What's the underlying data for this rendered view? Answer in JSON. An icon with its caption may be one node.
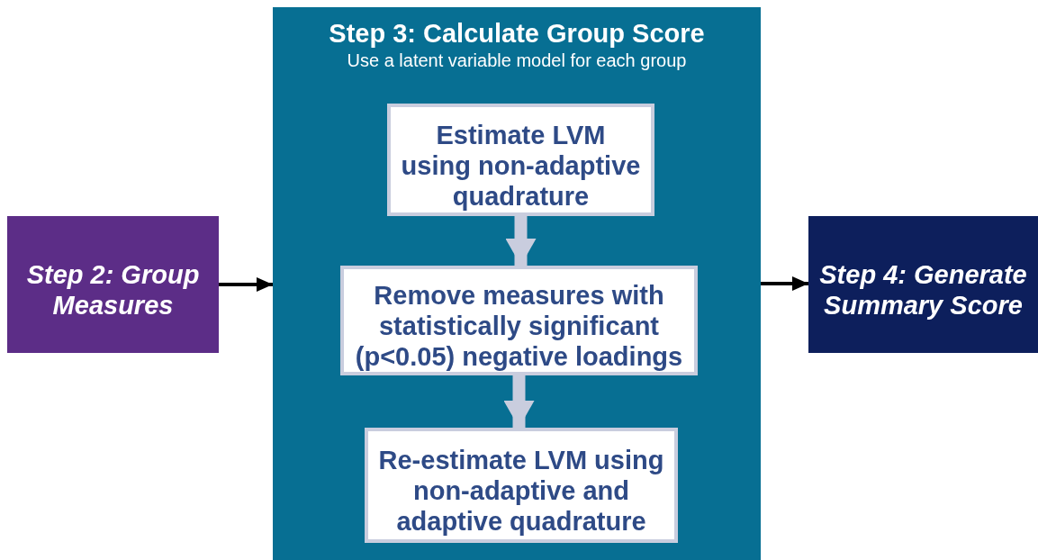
{
  "diagram": {
    "nodes": [
      {
        "text": [
          "Step 2: Group Measures"
        ]
      },
      {
        "text": [
          "Step 3: Calculate Group Score",
          "Use a latent variable model for each group"
        ]
      },
      {
        "text": [
          "Estimate LVM using non-adaptive quadrature"
        ],
        "in": 1
      },
      {
        "text": [
          "Remove measures with statistically significant (p<0.05) negative loadings"
        ],
        "in": 1
      },
      {
        "text": [
          "Re-estimate LVM using non-adaptive and adaptive quadrature"
        ],
        "in": 1
      },
      {
        "text": [
          "Step 4: Generate Summary Score"
        ]
      }
    ],
    "edges": [
      {
        "from": 0,
        "to": 1,
        "arrow": "to"
      },
      {
        "from": 2,
        "to": 3,
        "arrow": "to",
        "style": "thick",
        "color": "#c9cdde"
      },
      {
        "from": 3,
        "to": 4,
        "arrow": "to",
        "style": "thick",
        "color": "#c9cdde"
      },
      {
        "from": 1,
        "to": 5,
        "arrow": "to"
      }
    ]
  }
}
